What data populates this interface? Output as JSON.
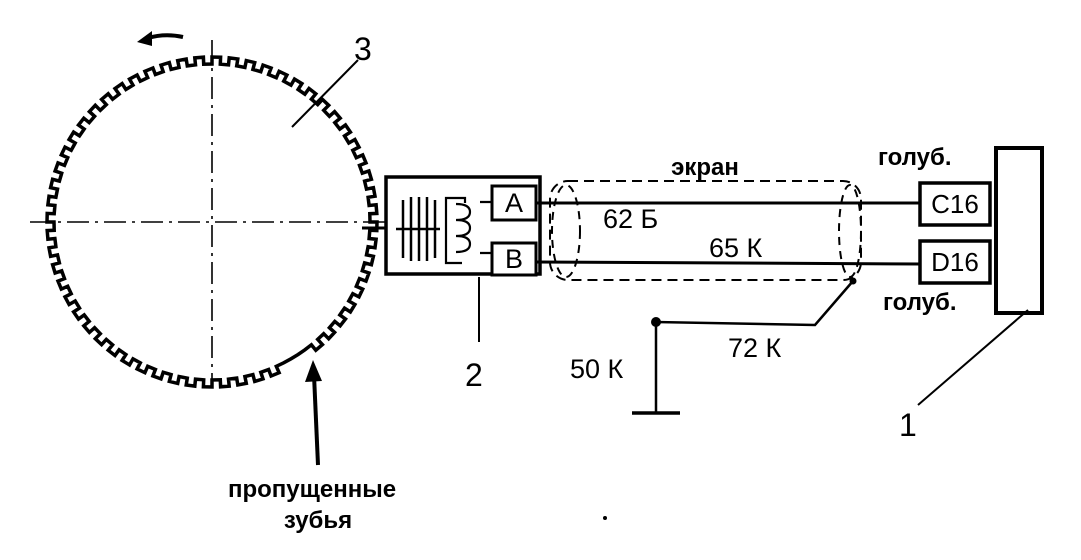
{
  "diagram": {
    "callouts": {
      "ecu": "1",
      "sensor": "2",
      "wheel": "3"
    },
    "terminals": {
      "a": "A",
      "b": "B"
    },
    "pins": {
      "c16": "C16",
      "d16": "D16"
    },
    "wires": {
      "shield": "экран",
      "wire_a": "62 Б",
      "wire_b": "65 К",
      "wire_shield": "72 К",
      "ground": "50 К"
    },
    "colors": {
      "top": "голуб.",
      "bottom": "голуб."
    },
    "missing_teeth": {
      "line1": "пропущенные",
      "line2": "зубья"
    },
    "teeth_count": 60,
    "missing_teeth_count": 2
  }
}
